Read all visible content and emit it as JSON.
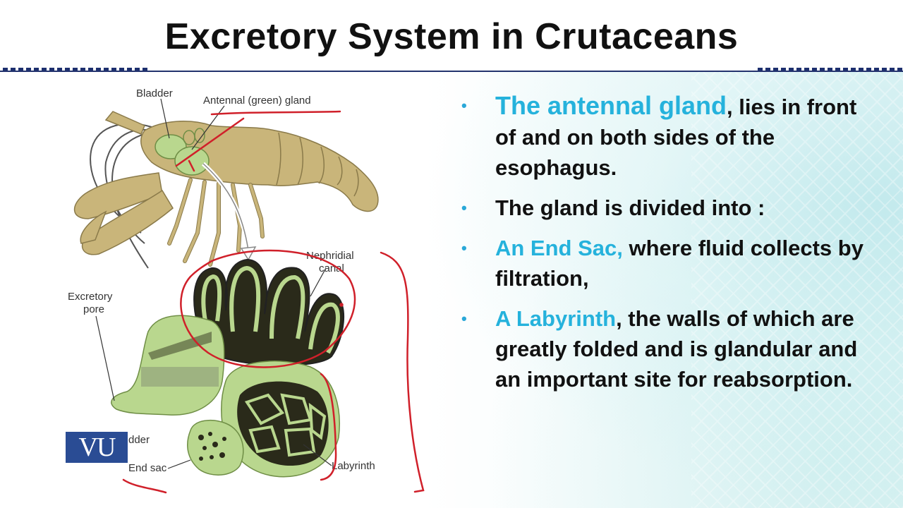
{
  "slide": {
    "title": "Excretory System in Crutaceans"
  },
  "diagram": {
    "labels": {
      "bladder_top": "Bladder",
      "antennal_gland": "Antennal (green) gland",
      "nephridial_canal_1": "Nephridial",
      "nephridial_canal_2": "canal",
      "excretory_pore_1": "Excretory",
      "excretory_pore_2": "pore",
      "bladder_bottom": "dder",
      "end_sac": "End sac",
      "labyrinth": "Labyrinth"
    }
  },
  "bullets": [
    {
      "highlight": "The antennal gland",
      "text": ",  lies in front of and on both sides of the esophagus."
    },
    {
      "highlight": "",
      "text": "The gland is divided into :"
    },
    {
      "highlight": "An End Sac,",
      "text": " where fluid collects by filtration,"
    },
    {
      "highlight": "A Labyrinth",
      "text": ", the walls of which are greatly folded and is glandular and an important site for reabsorption."
    }
  ],
  "logo": {
    "text": "VU"
  },
  "colors": {
    "highlight": "#25b2dc",
    "title": "#111111",
    "rule": "#23336e",
    "annotation_red": "#d0202a",
    "crayfish": "#c9b57a",
    "gland_green": "#b9d78e"
  }
}
